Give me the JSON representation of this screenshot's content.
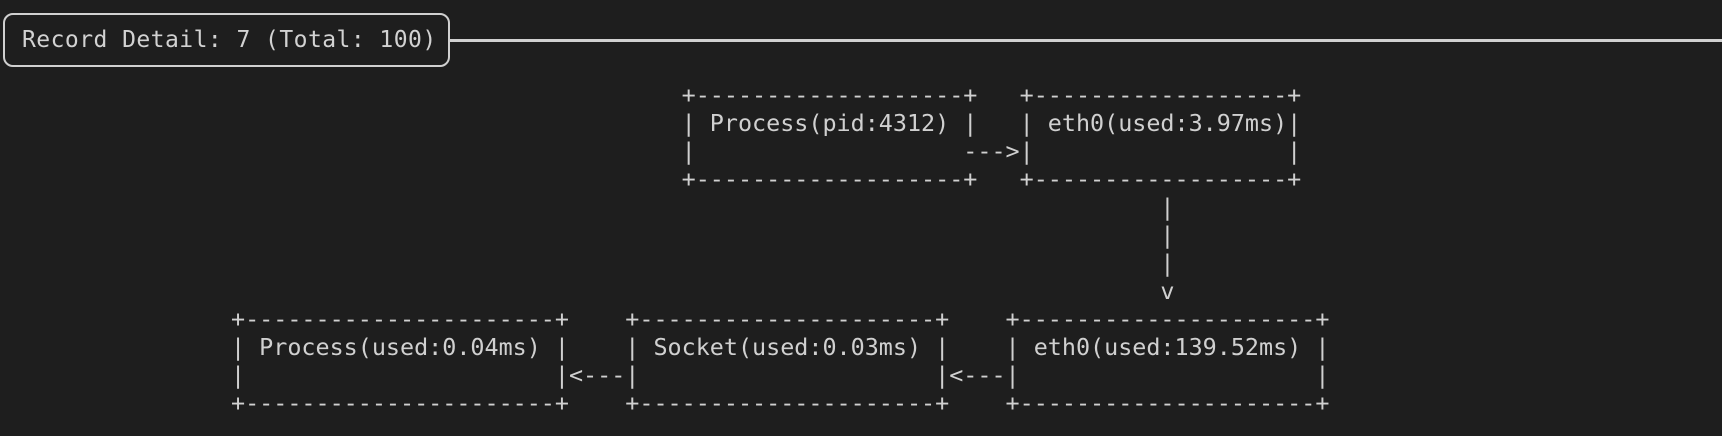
{
  "window": {
    "background_color": "#1e1e1e",
    "foreground_color": "#d0d0d0"
  },
  "header": {
    "title": "Record Detail: 7 (Total: 100)",
    "record_index": "7",
    "record_total": "100"
  },
  "diagram": {
    "ascii": "                                +-------------------+   +------------------+\n                                | Process(pid:4312) |   | eth0(used:3.97ms)|\n                                |                   --->|                  |\n                                +-------------------+   +------------------+\n                                                                  |\n                                                                  |\n                                                                  |\n                                                                  v\n+----------------------+    +---------------------+    +---------------------+\n| Process(used:0.04ms) |    | Socket(used:0.03ms) |    | eth0(used:139.52ms) |\n|                      |<---|                     |<---|                     |\n+----------------------+    +---------------------+    +---------------------+",
    "nodes": [
      {
        "id": "process-sender",
        "label": "Process(pid:4312)"
      },
      {
        "id": "eth0-tx",
        "label": "eth0(used:3.97ms)"
      },
      {
        "id": "eth0-rx",
        "label": "eth0(used:139.52ms)"
      },
      {
        "id": "socket",
        "label": "Socket(used:0.03ms)"
      },
      {
        "id": "process-receiver",
        "label": "Process(used:0.04ms)"
      }
    ],
    "edges": [
      {
        "from": "Process(pid:4312)",
        "to": "eth0(used:3.97ms)",
        "arrow": "--->",
        "direction": "right"
      },
      {
        "from": "eth0(used:3.97ms)",
        "to": "eth0(used:139.52ms)",
        "arrow": "v",
        "direction": "down"
      },
      {
        "from": "eth0(used:139.52ms)",
        "to": "Socket(used:0.03ms)",
        "arrow": "<---",
        "direction": "left"
      },
      {
        "from": "Socket(used:0.03ms)",
        "to": "Process(used:0.04ms)",
        "arrow": "<---",
        "direction": "left"
      }
    ]
  }
}
